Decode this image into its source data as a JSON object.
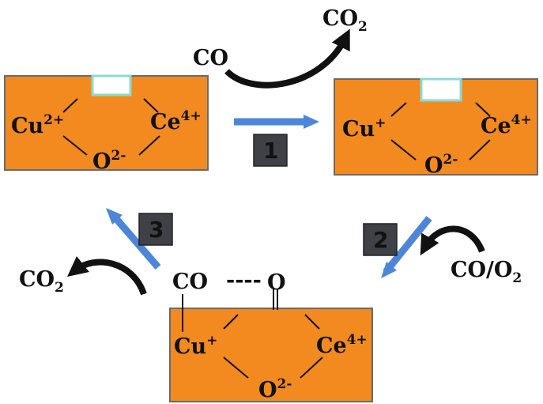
{
  "colors": {
    "box_fill": "#f28a1f",
    "box_border": "#6a6a6a",
    "vacancy_border": "#8adbd4",
    "arrow_blue": "#4d86d9",
    "step_box": "#3f4146",
    "text": "#111111"
  },
  "states": {
    "initial": {
      "cu": {
        "base": "Cu",
        "charge": "2+"
      },
      "ce": {
        "base": "Ce",
        "charge": "4+"
      },
      "o": {
        "base": "O",
        "charge": "2-"
      }
    },
    "reduced": {
      "cu": {
        "base": "Cu",
        "charge": "+"
      },
      "ce": {
        "base": "Ce",
        "charge": "4+"
      },
      "o": {
        "base": "O",
        "charge": "2-"
      }
    },
    "adsorbed": {
      "cu": {
        "base": "Cu",
        "charge": "+"
      },
      "ce": {
        "base": "Ce",
        "charge": "4+"
      },
      "o": {
        "base": "O",
        "charge": "2-"
      },
      "co": "CO",
      "dash": "----",
      "o_adsorbed": "O"
    }
  },
  "steps": [
    "1",
    "2",
    "3"
  ],
  "species": {
    "co_in": "CO",
    "co2_out_top": {
      "base": "CO",
      "sub": "2"
    },
    "co_o2_in": {
      "base": "CO/O",
      "sub": "2"
    },
    "co2_out_left": {
      "base": "CO",
      "sub": "2"
    }
  }
}
